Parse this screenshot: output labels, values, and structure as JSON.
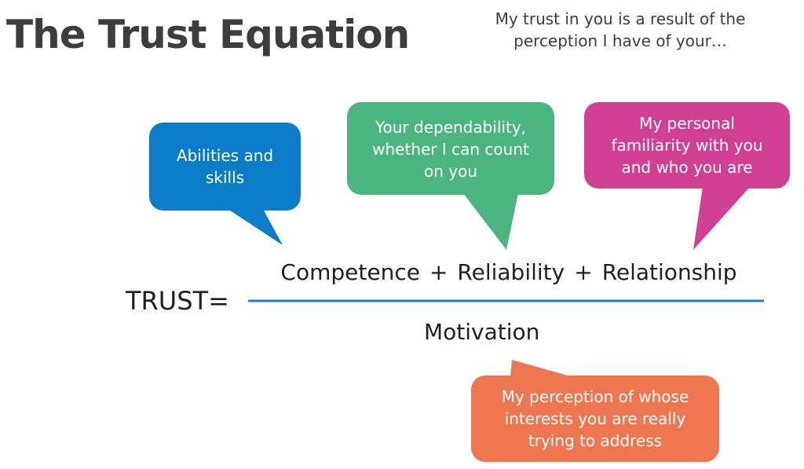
{
  "title": "The Trust Equation",
  "intro": {
    "line1": "My trust in you is a result of the",
    "line2": "perception I have of your…"
  },
  "bubbles": [
    {
      "lines": [
        "Abilities and",
        "skills"
      ],
      "color": "#0b7dc8"
    },
    {
      "lines": [
        "Your dependability,",
        "whether I can count",
        "on you"
      ],
      "color": "#4ab57f"
    },
    {
      "lines": [
        "My personal",
        "familiarity with you",
        "and who you are"
      ],
      "color": "#d13f92"
    },
    {
      "lines": [
        "My perception of whose",
        "interests you are really",
        "trying to address"
      ],
      "color": "#ee7752"
    }
  ],
  "equation": {
    "lhs": "TRUST=",
    "numerator": {
      "competence": "Competence",
      "reliability": "Reliability",
      "relationship": "Relationship",
      "plus": "+"
    },
    "denominator": "Motivation",
    "line_color": "#1f7fc4"
  }
}
